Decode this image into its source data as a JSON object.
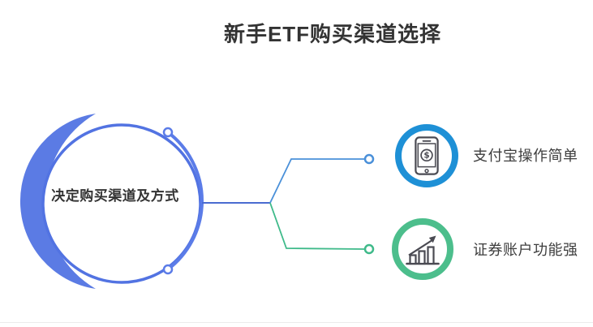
{
  "title": "新手ETF购买渠道选择",
  "center_node": {
    "label": "决定购买渠道及方式"
  },
  "branches": [
    {
      "label": "支付宝操作简单",
      "icon": "smartphone-dollar-icon"
    },
    {
      "label": "证券账户功能强",
      "icon": "bar-chart-growth-icon"
    }
  ],
  "icons": {
    "dollar_symbol": "$"
  },
  "colors": {
    "crescent_blue": "#5B7BE4",
    "node_border_blue": "#5273E2",
    "arc_blue": "#5B7CE8",
    "connector_stem_blue": "#4A6BD0",
    "connector_blue": "#4A90D9",
    "connector_green": "#3FBA8A",
    "icon_ring_blue": "#1E90D6",
    "icon_ring_green": "#4CBE8C",
    "icon_stroke": "#4A4A52",
    "title_text": "#333333",
    "label_text": "#3D3D3D",
    "background": "#FFFFFF"
  }
}
